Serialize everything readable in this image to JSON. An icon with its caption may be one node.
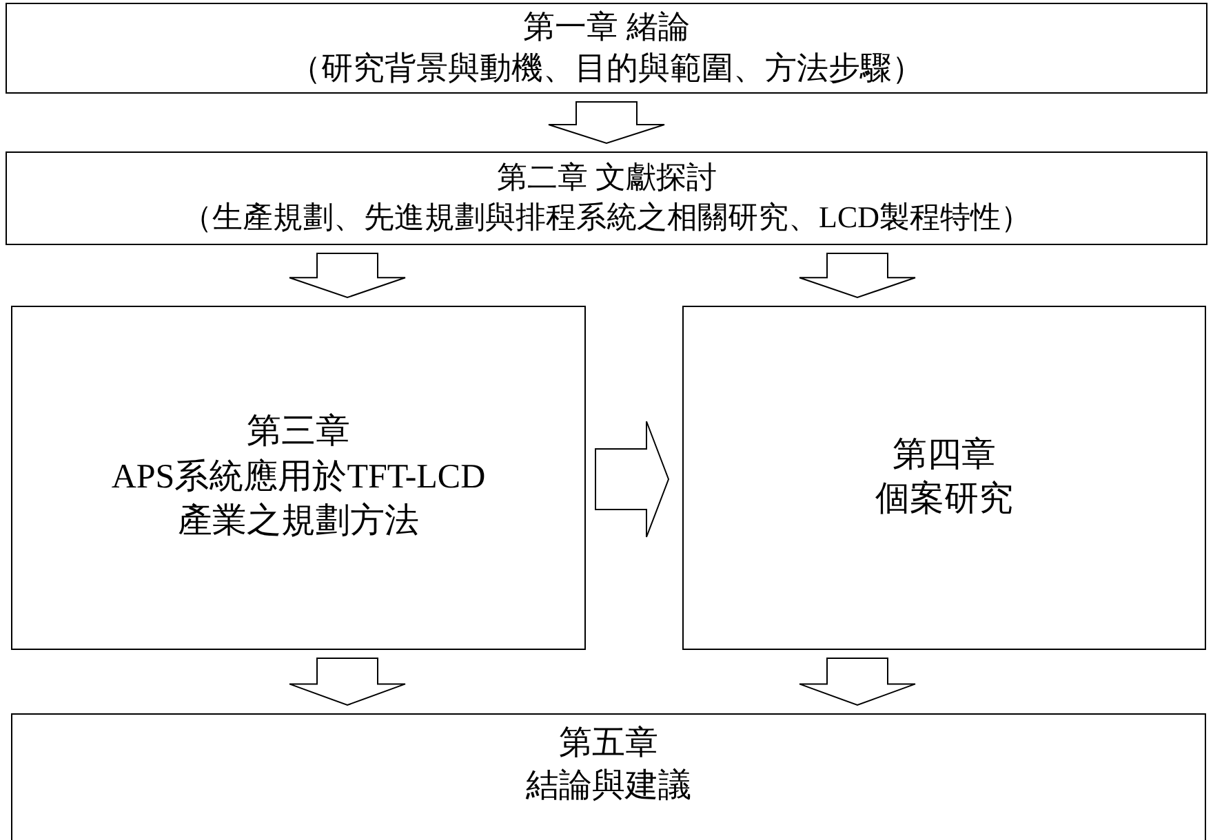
{
  "diagram": {
    "nodes": [
      {
        "text": [
          "第一章 緒論",
          "（研究背景與動機、目的與範圍、方法步驟）"
        ]
      },
      {
        "text": [
          "第二章 文獻探討",
          "（生產規劃、先進規劃與排程系統之相關研究、LCD製程特性）"
        ]
      },
      {
        "text": [
          "第三章",
          "APS系統應用於TFT-LCD產業之規劃方法"
        ]
      },
      {
        "text": [
          "第四章",
          "個案研究"
        ]
      },
      {
        "text": [
          "第五章",
          "結論與建議"
        ]
      }
    ],
    "edges": [
      {
        "from": 0,
        "to": 1,
        "arrow": "to"
      },
      {
        "from": 1,
        "to": 2,
        "arrow": "to"
      },
      {
        "from": 1,
        "to": 3,
        "arrow": "to"
      },
      {
        "from": 2,
        "to": 3,
        "arrow": "to"
      },
      {
        "from": 2,
        "to": 4,
        "arrow": "to"
      },
      {
        "from": 3,
        "to": 4,
        "arrow": "to"
      }
    ]
  }
}
